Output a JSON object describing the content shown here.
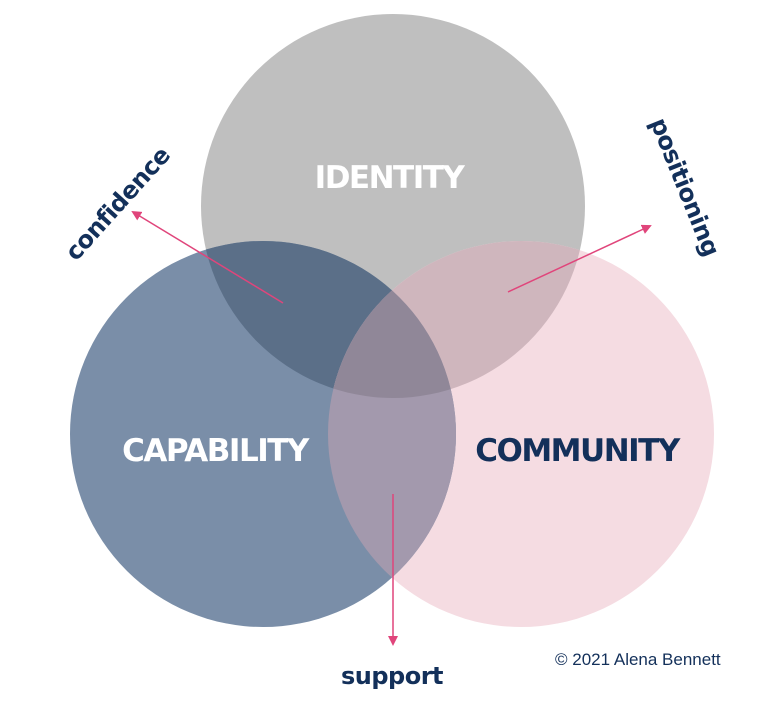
{
  "diagram": {
    "type": "venn",
    "circles": [
      {
        "id": "identity",
        "label": "IDENTITY",
        "fill": "#bfbfbf",
        "text_color": "#ffffff"
      },
      {
        "id": "capability",
        "label": "CAPABILITY",
        "fill": "#7a8ea8",
        "text_color": "#ffffff"
      },
      {
        "id": "community",
        "label": "COMMUNITY",
        "fill": "#f5dce2",
        "text_color": "#13305a"
      }
    ],
    "intersections": [
      {
        "between": [
          "identity",
          "capability"
        ],
        "label": "confidence",
        "fill": "#5b6f88"
      },
      {
        "between": [
          "identity",
          "community"
        ],
        "label": "positioning",
        "fill": "#cfb6bd"
      },
      {
        "between": [
          "capability",
          "community"
        ],
        "label": "support",
        "fill": "#a399ad"
      },
      {
        "between": [
          "identity",
          "capability",
          "community"
        ],
        "fill": "#908798"
      }
    ],
    "arrow_color": "#e0457b",
    "label_color": "#13305a"
  },
  "copyright": "© 2021 Alena Bennett"
}
